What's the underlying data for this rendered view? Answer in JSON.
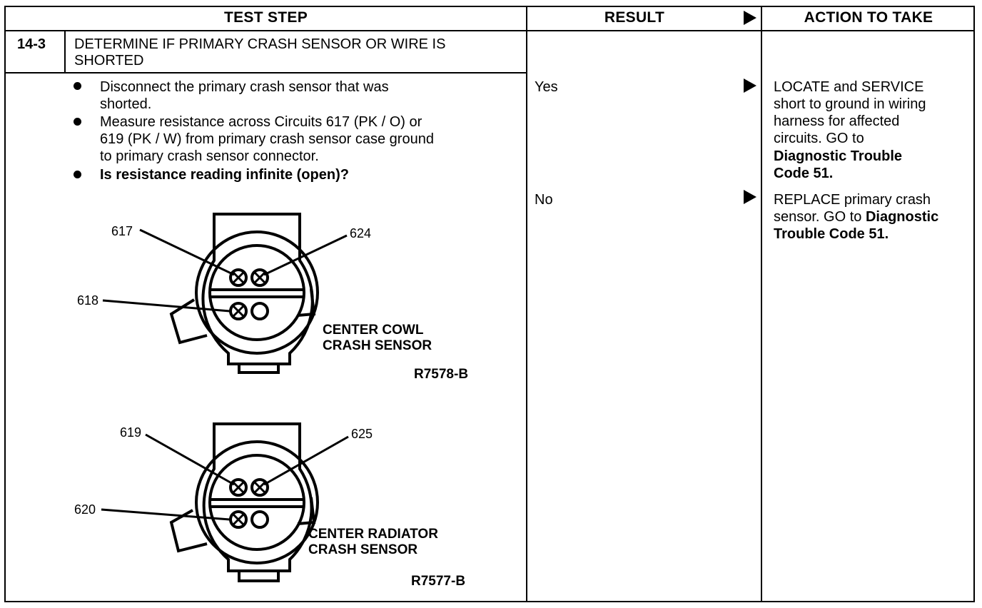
{
  "headers": {
    "test_step": "TEST STEP",
    "result": "RESULT",
    "action": "ACTION TO TAKE"
  },
  "step": {
    "number": "14-3",
    "title_line1": "DETERMINE IF PRIMARY CRASH SENSOR OR WIRE IS",
    "title_line2": "SHORTED"
  },
  "bullets": [
    {
      "line1": "Disconnect the primary crash sensor that was",
      "line2": "shorted."
    },
    {
      "line1": "Measure resistance across Circuits 617 (PK / O) or",
      "line2": "619 (PK / W) from primary crash sensor case ground",
      "line3": "to primary crash sensor connector."
    },
    {
      "line1": "Is resistance reading infinite (open)?"
    }
  ],
  "results": [
    {
      "label": "Yes",
      "action_line1": "LOCATE and SERVICE",
      "action_line2": "short to ground in wiring",
      "action_line3": "harness for affected",
      "action_line4": "circuits. GO to",
      "action_bold1": "Diagnostic Trouble",
      "action_bold2": "Code 51."
    },
    {
      "label": "No",
      "action_line1": "REPLACE primary crash",
      "action_line2_prefix": "sensor. GO to ",
      "action_line2_bold": "Diagnostic",
      "action_bold": "Trouble Code 51."
    }
  ],
  "diagrams": [
    {
      "pins": [
        "617",
        "624",
        "618"
      ],
      "caption_line1": "CENTER COWL",
      "caption_line2": "CRASH SENSOR",
      "ref": "R7578-B"
    },
    {
      "pins": [
        "619",
        "625",
        "620"
      ],
      "caption_line1": "CENTER RADIATOR",
      "caption_line2": "CRASH SENSOR",
      "ref": "R7577-B"
    }
  ]
}
